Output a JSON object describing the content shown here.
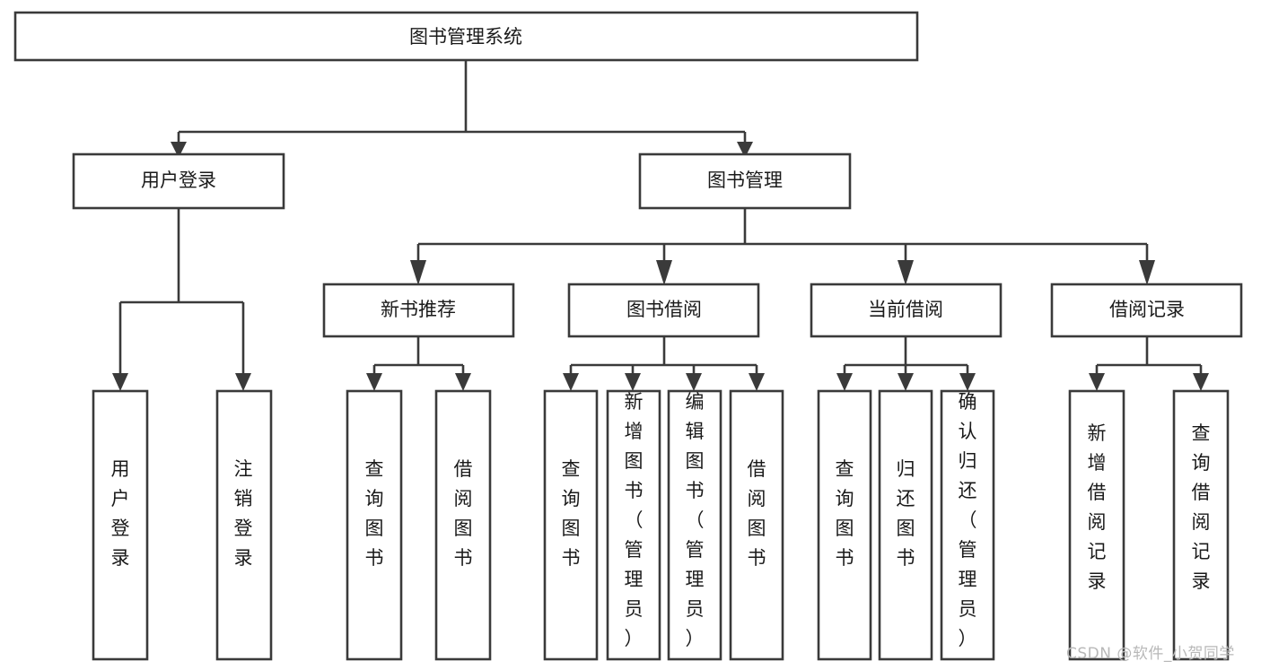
{
  "diagram": {
    "type": "tree-hierarchy-chart",
    "title": "图书管理系统",
    "watermark": "CSDN @软件_小贺同学",
    "colors": {
      "stroke": "#3a3a3a",
      "fill": "#ffffff",
      "text": "#1a1a1a",
      "watermark": "#b8b8b8"
    },
    "levels": {
      "level1": [
        {
          "id": "root",
          "label": "图书管理系统",
          "orientation": "horizontal"
        }
      ],
      "level2": [
        {
          "id": "user-login",
          "label": "用户登录",
          "orientation": "horizontal"
        },
        {
          "id": "book-manage",
          "label": "图书管理",
          "orientation": "horizontal"
        }
      ],
      "level3": [
        {
          "id": "new-book-rec",
          "label": "新书推荐",
          "orientation": "horizontal"
        },
        {
          "id": "book-borrow",
          "label": "图书借阅",
          "orientation": "horizontal"
        },
        {
          "id": "current-borrow",
          "label": "当前借阅",
          "orientation": "horizontal"
        },
        {
          "id": "borrow-record",
          "label": "借阅记录",
          "orientation": "horizontal"
        }
      ],
      "level4": [
        {
          "id": "leaf-user-login",
          "label": "用户登录",
          "orientation": "vertical",
          "parent": "user-login"
        },
        {
          "id": "leaf-logout",
          "label": "注销登录",
          "orientation": "vertical",
          "parent": "user-login"
        },
        {
          "id": "leaf-query-book-1",
          "label": "查询图书",
          "orientation": "vertical",
          "parent": "new-book-rec"
        },
        {
          "id": "leaf-borrow-book-1",
          "label": "借阅图书",
          "orientation": "vertical",
          "parent": "new-book-rec"
        },
        {
          "id": "leaf-query-book-2",
          "label": "查询图书",
          "orientation": "vertical",
          "parent": "book-borrow"
        },
        {
          "id": "leaf-add-book",
          "label": "新增图书（管理员）",
          "orientation": "vertical",
          "parent": "book-borrow"
        },
        {
          "id": "leaf-edit-book",
          "label": "编辑图书（管理员）",
          "orientation": "vertical",
          "parent": "book-borrow"
        },
        {
          "id": "leaf-borrow-book-2",
          "label": "借阅图书",
          "orientation": "vertical",
          "parent": "book-borrow"
        },
        {
          "id": "leaf-query-book-3",
          "label": "查询图书",
          "orientation": "vertical",
          "parent": "current-borrow"
        },
        {
          "id": "leaf-return-book",
          "label": "归还图书",
          "orientation": "vertical",
          "parent": "current-borrow"
        },
        {
          "id": "leaf-confirm-return",
          "label": "确认归还（管理员）",
          "orientation": "vertical",
          "parent": "current-borrow"
        },
        {
          "id": "leaf-add-record",
          "label": "新增借阅记录",
          "orientation": "vertical",
          "parent": "borrow-record"
        },
        {
          "id": "leaf-query-record",
          "label": "查询借阅记录",
          "orientation": "vertical",
          "parent": "borrow-record"
        }
      ]
    }
  }
}
